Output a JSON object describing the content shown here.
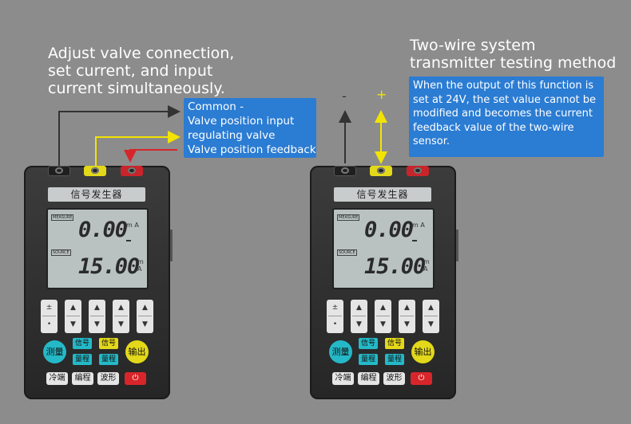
{
  "left_heading": "Adjust valve connection,\nset current, and input\ncurrent simultaneously.",
  "right_heading": "Two-wire system\ntransmitter testing method",
  "left_callout": {
    "lines": [
      "Common -",
      "Valve position input",
      "regulating valve",
      "Valve position feedback"
    ]
  },
  "right_callout": {
    "text": "When the output of this function is set at 24V, the set value cannot be modified and becomes the current feedback value of the two-wire sensor."
  },
  "polarity": {
    "minus": "-",
    "plus": "+"
  },
  "device": {
    "title": "信号发生器",
    "lcd": {
      "measure_label": "MEASURE",
      "measure_value": "0.00",
      "measure_unit": "m A",
      "source_label": "SOURCE",
      "source_value": "15.00",
      "source_unit": "m A"
    },
    "keys": {
      "plus_minus": "±",
      "dot": "•",
      "up": "▲",
      "down": "▼"
    },
    "buttons": {
      "measure": "测量",
      "output": "输出",
      "signal_top": "信号",
      "range_top": "量程",
      "signal_right": "信号",
      "range_right": "量程",
      "cold_junction": "冷端",
      "program": "编程",
      "waveform": "波形",
      "power": "⏻"
    }
  },
  "colors": {
    "background": "#8c8c8c",
    "callout": "#2b7cd3",
    "wire_common": "#333333",
    "wire_yellow": "#f2e400",
    "wire_red": "#d7262b",
    "button_cyan": "#25b9c8",
    "button_yellow": "#e3d81a",
    "power_red": "#d7262b"
  }
}
